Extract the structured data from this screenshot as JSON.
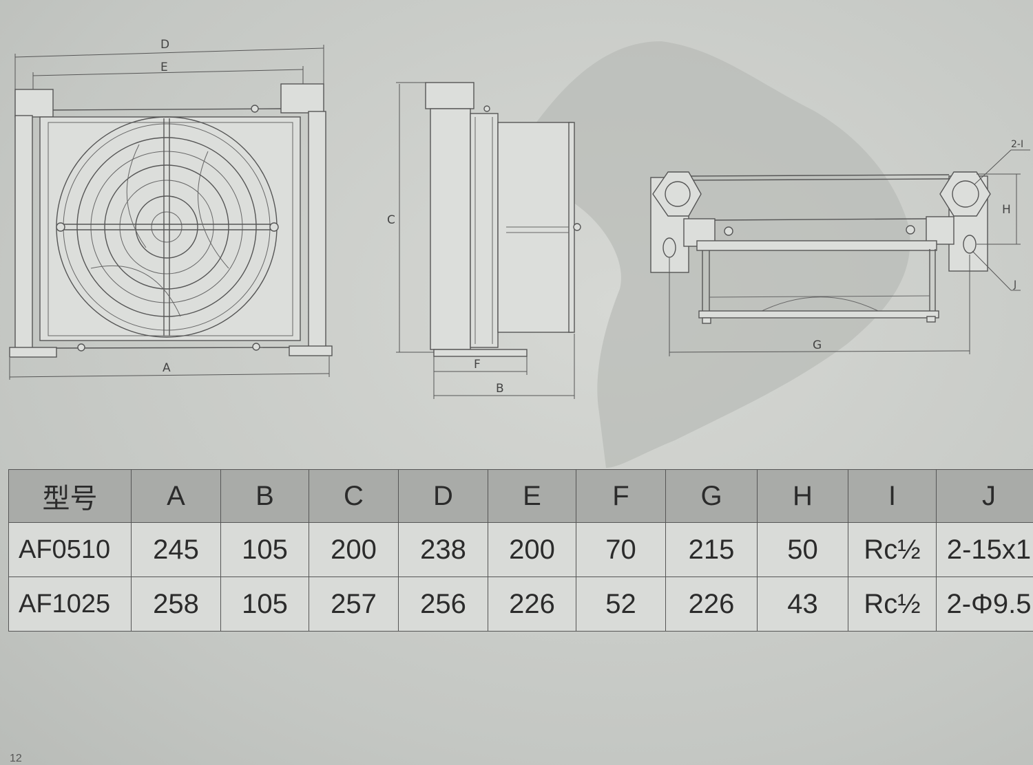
{
  "drawing_labels": {
    "front": {
      "D": "D",
      "E": "E",
      "A": "A"
    },
    "side": {
      "C": "C",
      "F": "F",
      "B": "B"
    },
    "top": {
      "G": "G",
      "H": "H",
      "I": "2-I",
      "J": "J"
    }
  },
  "table": {
    "headers": [
      "型号",
      "A",
      "B",
      "C",
      "D",
      "E",
      "F",
      "G",
      "H",
      "I",
      "J"
    ],
    "rows": [
      [
        "AF0510",
        "245",
        "105",
        "200",
        "238",
        "200",
        "70",
        "215",
        "50",
        "Rc½",
        "2-15x1"
      ],
      [
        "AF1025",
        "258",
        "105",
        "257",
        "256",
        "226",
        "52",
        "226",
        "43",
        "Rc½",
        "2-Φ9.5"
      ]
    ]
  },
  "page_number": "12"
}
